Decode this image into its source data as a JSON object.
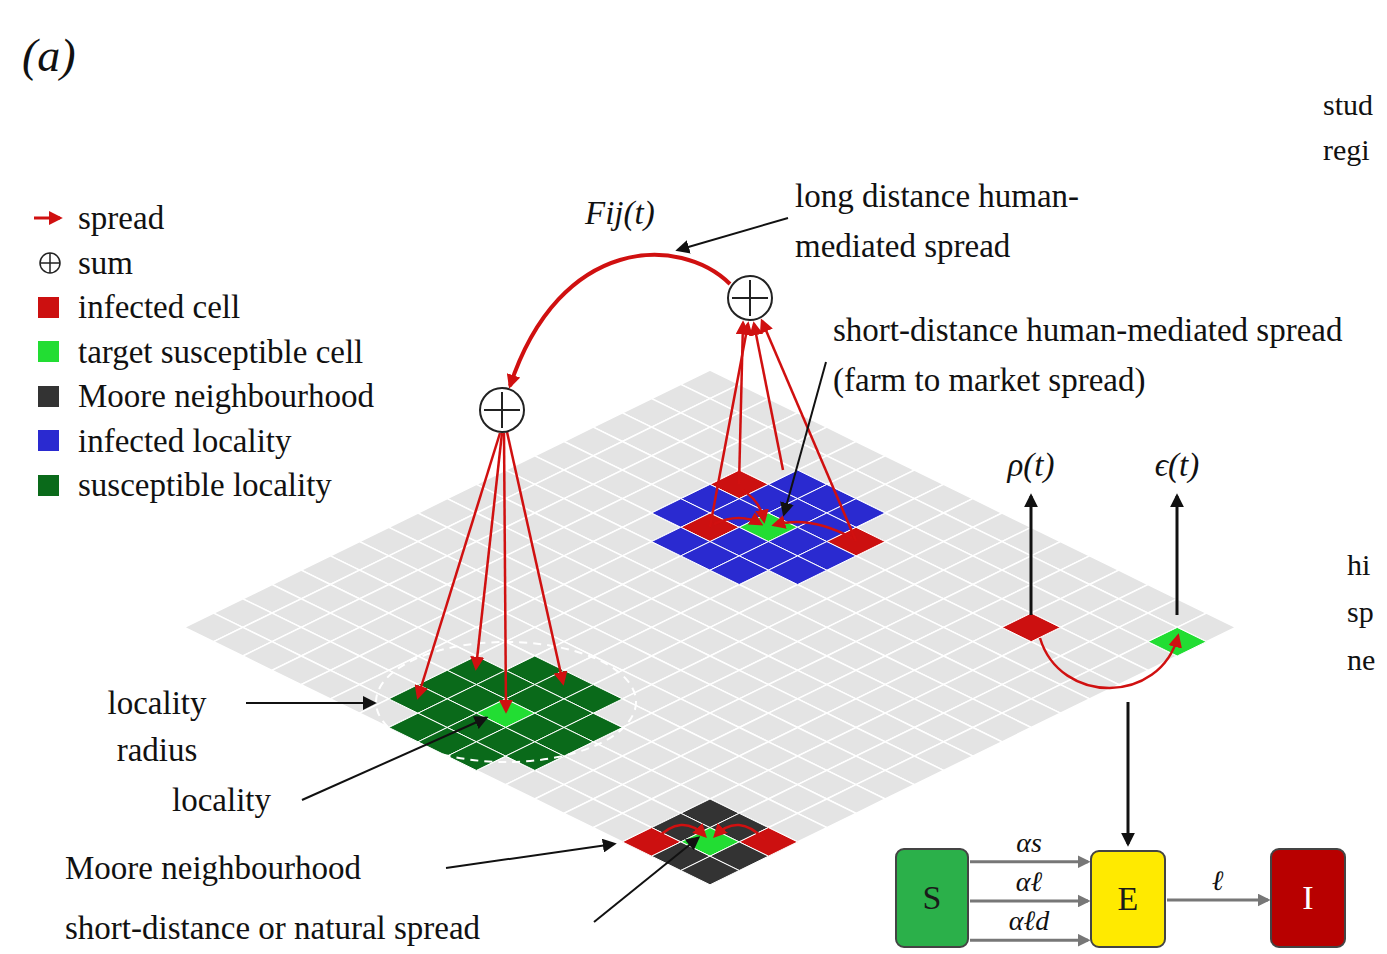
{
  "diagram": {
    "nodes": [
      {
        "text": [
          "S"
        ]
      },
      {
        "text": [
          "E"
        ]
      },
      {
        "text": [
          "I"
        ]
      }
    ],
    "edges": [
      {
        "from": 0,
        "to": 1,
        "arrow": "to",
        "label": "αs"
      },
      {
        "from": 0,
        "to": 1,
        "arrow": "to",
        "label": "αℓ"
      },
      {
        "from": 0,
        "to": 1,
        "arrow": "to",
        "label": "αℓd"
      },
      {
        "from": 1,
        "to": 2,
        "arrow": "to",
        "label": "ℓ"
      }
    ],
    "labels": [
      "(a)",
      "Fij(t)",
      "long distance human- mediated spread",
      "short-distance human-mediated spread (farm to market spread)",
      "ρ(t)",
      "ϵ(t)",
      "locality radius",
      "locality",
      "Moore neighbourhood",
      "short-distance or natural spread",
      "stud",
      "regi",
      "hi",
      "sp",
      "ne"
    ],
    "legend": [
      {
        "text": "spread"
      },
      {
        "text": "sum"
      },
      {
        "text": "infected cell",
        "color": "#cc1010"
      },
      {
        "text": "target susceptible cell",
        "color": "#22dd33"
      },
      {
        "text": "Moore neighbourhood",
        "color": "#333333"
      },
      {
        "text": "infected locality",
        "color": "#2a2ad0"
      },
      {
        "text": "susceptible locality",
        "color": "#0a6a1a"
      }
    ]
  }
}
